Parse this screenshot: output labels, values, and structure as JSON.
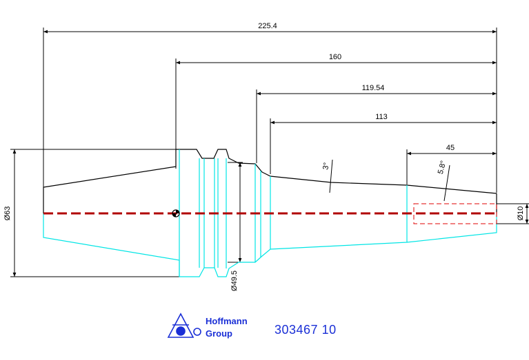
{
  "dimensions": {
    "overall_length": "225.4",
    "length_160": "160",
    "length_119": "119.54",
    "length_113": "113",
    "length_45": "45",
    "diameter_63": "Ø63",
    "diameter_49": "Ø49.5",
    "diameter_10": "Ø10",
    "angle_3": "3°",
    "angle_5_8": "5.8°"
  },
  "logo": {
    "line1": "Hoffmann",
    "line2": "Group"
  },
  "part_number": "303467 10",
  "colors": {
    "outline_black": "#000000",
    "outline_cyan": "#00e5e5",
    "centerline_red": "#b00000",
    "logo_blue": "#1a2fd6"
  }
}
